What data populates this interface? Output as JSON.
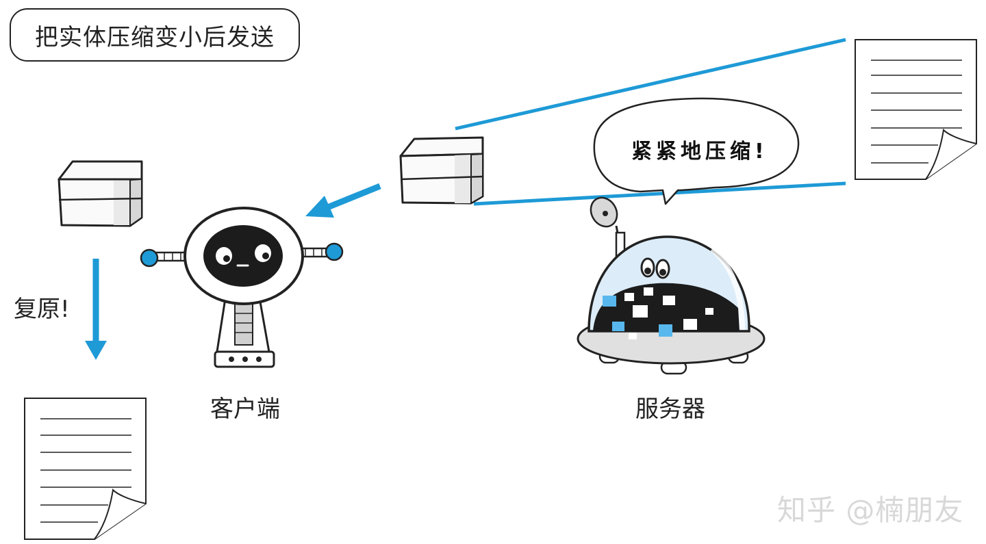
{
  "title": "把实体压缩变小后发送",
  "labels": {
    "client": "客户端",
    "server": "服务器",
    "restore": "复原!",
    "speech": "紧紧地压缩!"
  },
  "watermark": "知乎 @楠朋友",
  "colors": {
    "accent": "#1e9ad6",
    "outline": "#222222",
    "pixel_blue": "#58b8ee",
    "robot_face": "#1c1c1c",
    "dome": "#dcecf8"
  }
}
